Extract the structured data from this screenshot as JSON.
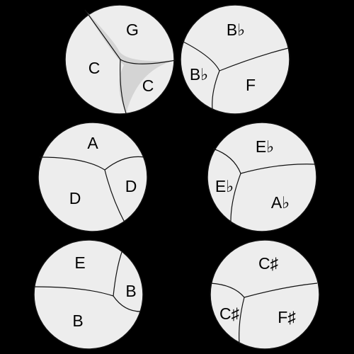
{
  "colors": {
    "background": "#000000",
    "disc_fill": "#ededed",
    "center_fill": "#d4d4d4",
    "stroke": "#111111"
  },
  "circles": [
    {
      "labels": [
        "G",
        "C",
        "C"
      ]
    },
    {
      "labels": [
        "B♭",
        "B♭",
        "F"
      ]
    },
    {
      "labels": [
        "A",
        "D",
        "D"
      ]
    },
    {
      "labels": [
        "E♭",
        "E♭",
        "A♭"
      ]
    },
    {
      "labels": [
        "E",
        "B",
        "B"
      ]
    },
    {
      "labels": [
        "C♯",
        "C♯",
        "F♯"
      ]
    }
  ]
}
